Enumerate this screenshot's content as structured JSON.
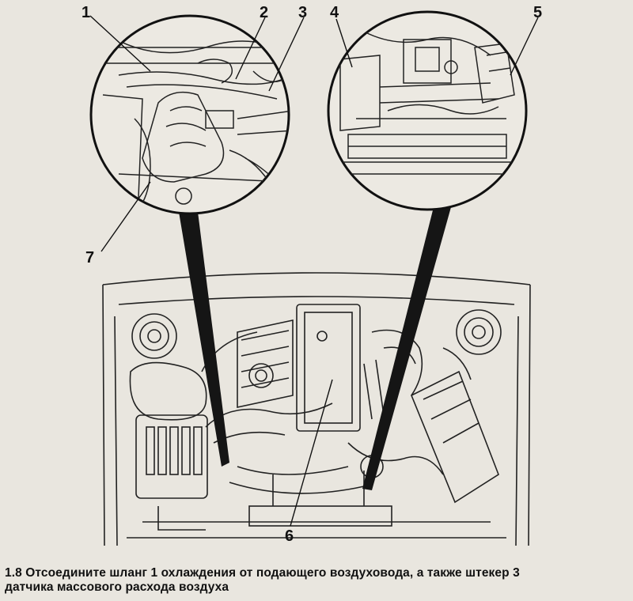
{
  "callouts": [
    {
      "id": "c1",
      "text": "1"
    },
    {
      "id": "c2",
      "text": "2"
    },
    {
      "id": "c3",
      "text": "3"
    },
    {
      "id": "c4",
      "text": "4"
    },
    {
      "id": "c5",
      "text": "5"
    },
    {
      "id": "c6",
      "text": "6"
    },
    {
      "id": "c7",
      "text": "7"
    }
  ],
  "caption": {
    "line1": "1.8 Отсоедините шланг 1 охлаждения от подающего воздуховода, а также штекер 3",
    "line2": "датчика массового расхода воздуха"
  },
  "colors": {
    "paper": "#e9e6df",
    "ink": "#111111"
  }
}
